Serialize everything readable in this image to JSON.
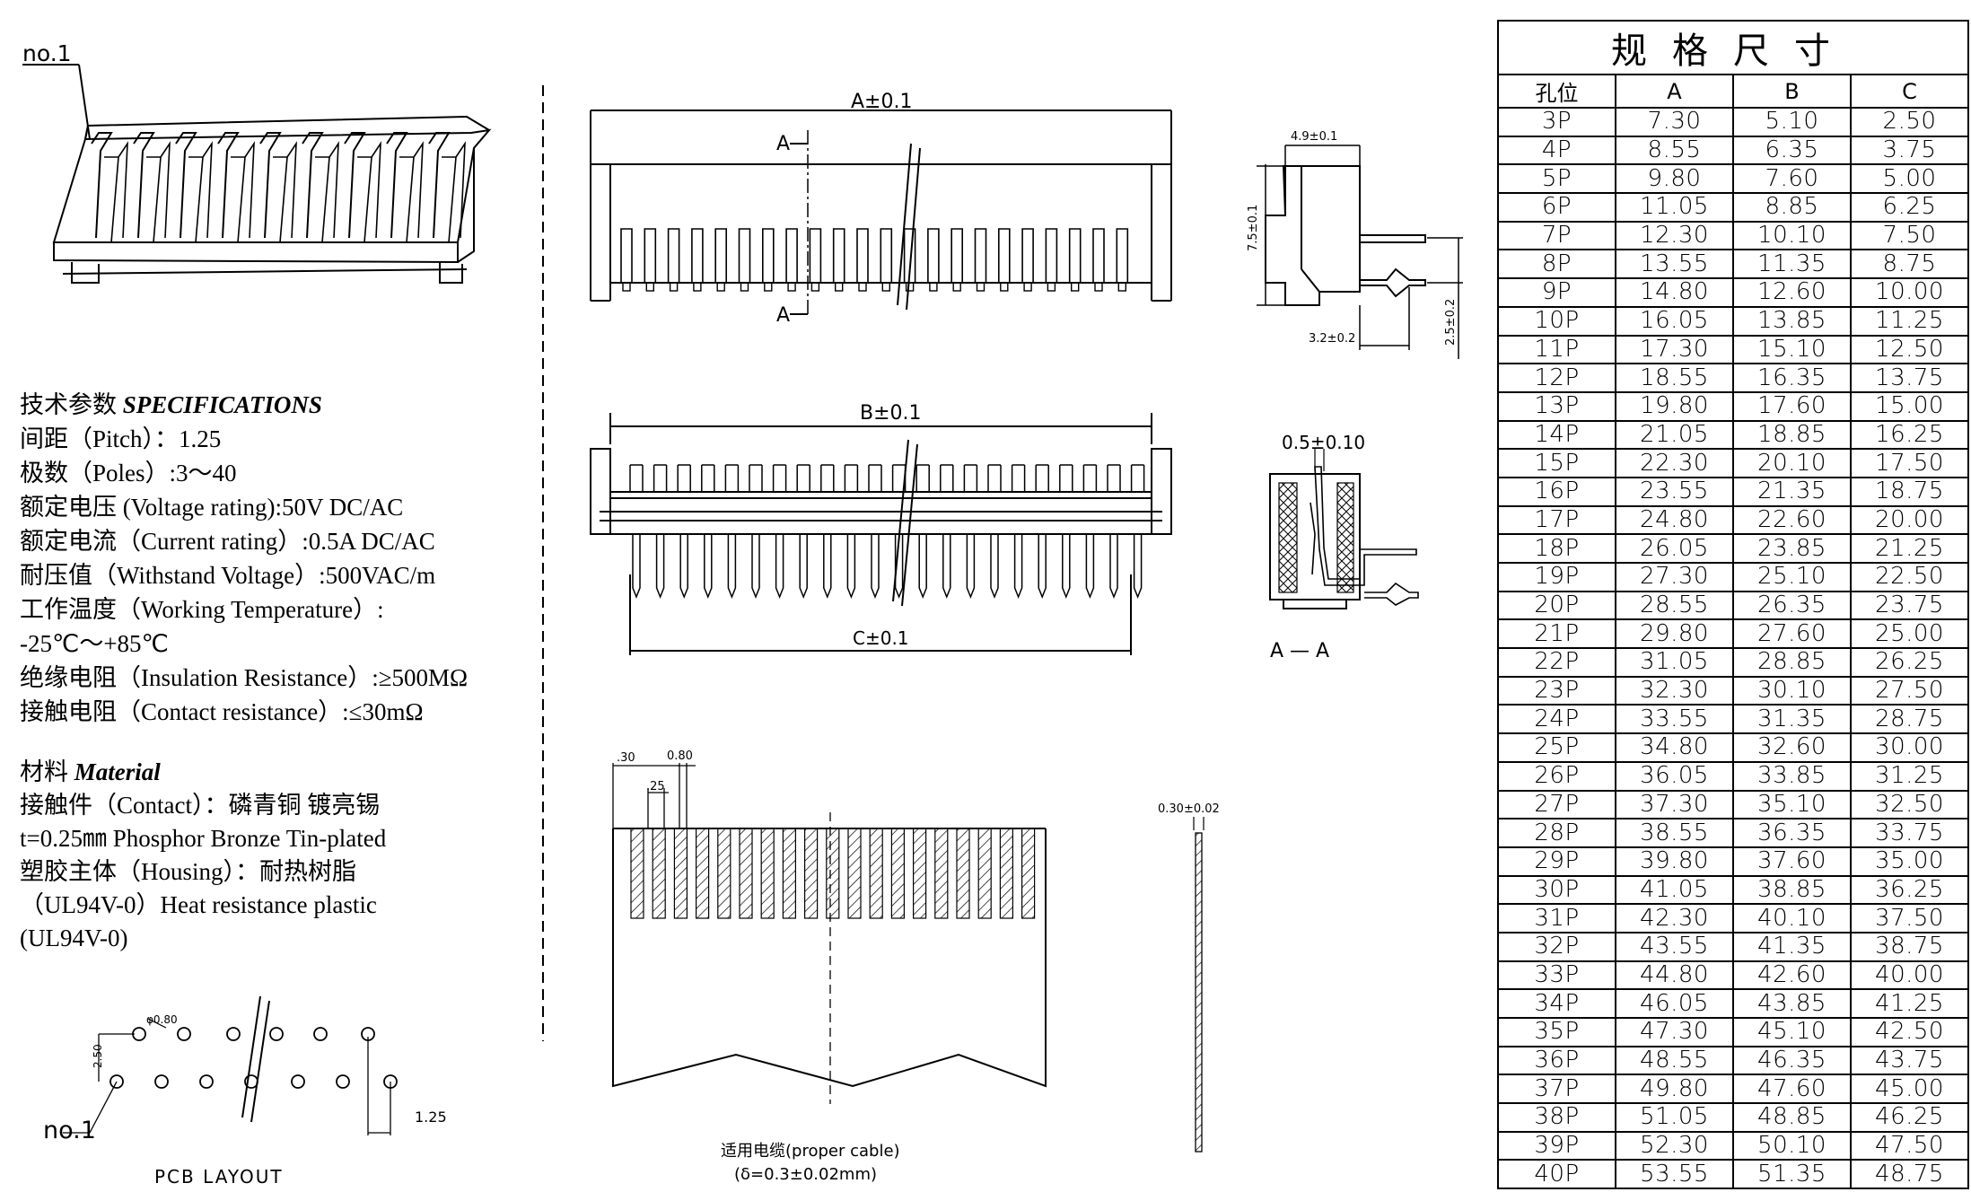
{
  "labels": {
    "no1_top": "no.1",
    "no1_bottom": "no.1",
    "pcb_layout": "PCB LAYOUT",
    "a_dim": "A±0.1",
    "b_dim": "B±0.1",
    "c_dim": "C±0.1",
    "sec_a_top": "A",
    "sec_a_bottom": "A",
    "dim_49": "4.9±0.1",
    "dim_75": "7.5±0.1",
    "dim_32": "3.2±0.2",
    "dim_25": "2.5±0.2",
    "dim_05": "0.5±0.10",
    "section_aa": "A — A",
    "cable_30": ".30",
    "cable_080": "0.80",
    "cable_25": ".25",
    "cable_thick": "0.30±0.02",
    "pcb_phi": "φ0.80",
    "pcb_250": "2.50",
    "pcb_125": "1.25",
    "proper_cable": "适用电缆(proper cable)",
    "cable_delta": "(δ=0.3±0.02mm)"
  },
  "specs": {
    "heading_cn": "技术参数 ",
    "heading_en": "SPECIFICATIONS",
    "pitch": "间距（Pitch）：1.25",
    "poles": "极数（Poles）:3～40",
    "voltage": "额定电压 (Voltage rating):50V DC/AC",
    "current": "额定电流（Current rating）:0.5A DC/AC",
    "withstand": "耐压值（Withstand Voltage）:500VAC/m",
    "temp": "工作温度（Working Temperature）:",
    "temp_range": "-25℃～+85℃",
    "insulation": "绝缘电阻（Insulation Resistance）:≥500MΩ",
    "contact_res": "接触电阻（Contact  resistance）:≤30mΩ"
  },
  "material": {
    "heading_cn": "材料 ",
    "heading_en": "Material",
    "contact_cn": "接触件（Contact）：磷青铜 镀亮锡",
    "contact_en": "t=0.25㎜ Phosphor Bronze Tin-plated",
    "housing_cn": "塑胶主体（Housing）：耐热树脂",
    "housing_en": "（UL94V-0）Heat resistance plastic",
    "housing_ul": "(UL94V-0)"
  },
  "table": {
    "title": "规格尺寸",
    "headers": [
      "孔位",
      "A",
      "B",
      "C"
    ],
    "rows": [
      [
        "3P",
        "7.30",
        "5.10",
        "2.50"
      ],
      [
        "4P",
        "8.55",
        "6.35",
        "3.75"
      ],
      [
        "5P",
        "9.80",
        "7.60",
        "5.00"
      ],
      [
        "6P",
        "11.05",
        "8.85",
        "6.25"
      ],
      [
        "7P",
        "12.30",
        "10.10",
        "7.50"
      ],
      [
        "8P",
        "13.55",
        "11.35",
        "8.75"
      ],
      [
        "9P",
        "14.80",
        "12.60",
        "10.00"
      ],
      [
        "10P",
        "16.05",
        "13.85",
        "11.25"
      ],
      [
        "11P",
        "17.30",
        "15.10",
        "12.50"
      ],
      [
        "12P",
        "18.55",
        "16.35",
        "13.75"
      ],
      [
        "13P",
        "19.80",
        "17.60",
        "15.00"
      ],
      [
        "14P",
        "21.05",
        "18.85",
        "16.25"
      ],
      [
        "15P",
        "22.30",
        "20.10",
        "17.50"
      ],
      [
        "16P",
        "23.55",
        "21.35",
        "18.75"
      ],
      [
        "17P",
        "24.80",
        "22.60",
        "20.00"
      ],
      [
        "18P",
        "26.05",
        "23.85",
        "21.25"
      ],
      [
        "19P",
        "27.30",
        "25.10",
        "22.50"
      ],
      [
        "20P",
        "28.55",
        "26.35",
        "23.75"
      ],
      [
        "21P",
        "29.80",
        "27.60",
        "25.00"
      ],
      [
        "22P",
        "31.05",
        "28.85",
        "26.25"
      ],
      [
        "23P",
        "32.30",
        "30.10",
        "27.50"
      ],
      [
        "24P",
        "33.55",
        "31.35",
        "28.75"
      ],
      [
        "25P",
        "34.80",
        "32.60",
        "30.00"
      ],
      [
        "26P",
        "36.05",
        "33.85",
        "31.25"
      ],
      [
        "27P",
        "37.30",
        "35.10",
        "32.50"
      ],
      [
        "28P",
        "38.55",
        "36.35",
        "33.75"
      ],
      [
        "29P",
        "39.80",
        "37.60",
        "35.00"
      ],
      [
        "30P",
        "41.05",
        "38.85",
        "36.25"
      ],
      [
        "31P",
        "42.30",
        "40.10",
        "37.50"
      ],
      [
        "32P",
        "43.55",
        "41.35",
        "38.75"
      ],
      [
        "33P",
        "44.80",
        "42.60",
        "40.00"
      ],
      [
        "34P",
        "46.05",
        "43.85",
        "41.25"
      ],
      [
        "35P",
        "47.30",
        "45.10",
        "42.50"
      ],
      [
        "36P",
        "48.55",
        "46.35",
        "43.75"
      ],
      [
        "37P",
        "49.80",
        "47.60",
        "45.00"
      ],
      [
        "38P",
        "51.05",
        "48.85",
        "46.25"
      ],
      [
        "39P",
        "52.30",
        "50.10",
        "47.50"
      ],
      [
        "40P",
        "53.55",
        "51.35",
        "48.75"
      ]
    ]
  }
}
